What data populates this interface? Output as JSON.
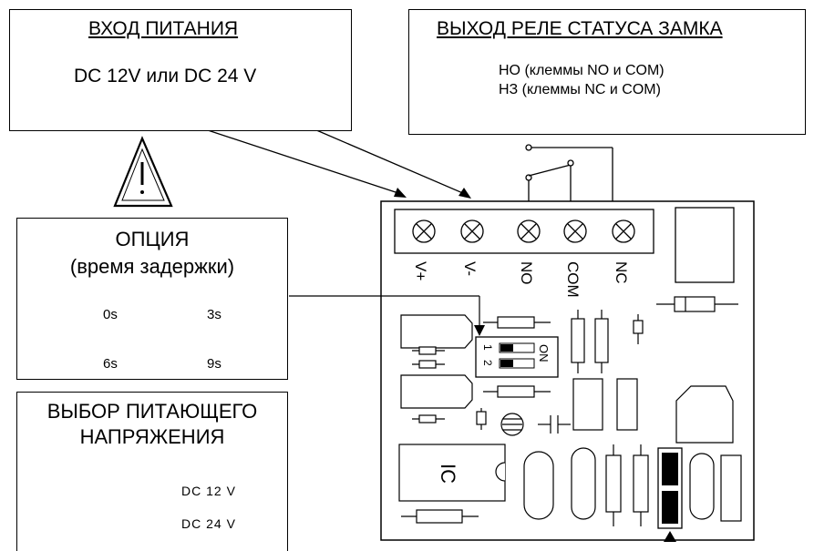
{
  "power_input": {
    "title": "ВХОД ПИТАНИЯ",
    "value": "DC 12V или DC 24 V"
  },
  "relay_output": {
    "title": "ВЫХОД РЕЛЕ СТАТУСА ЗАМКА",
    "line1": "НО (клеммы NO и COM)",
    "line2": "НЗ (клеммы NC и COM)"
  },
  "option": {
    "title": "ОПЦИЯ",
    "subtitle": "(время задержки)",
    "dip_row1": "1",
    "dip_row2": "2",
    "dip_on": "ON",
    "delays": [
      "0s",
      "3s",
      "6s",
      "9s"
    ]
  },
  "voltage_select": {
    "title_line1": "ВЫБОР ПИТАЮЩЕГО",
    "title_line2": "НАПРЯЖЕНИЯ",
    "opt1": "DC 12 V",
    "opt2": "DC 24 V"
  },
  "terminals": [
    "V+",
    "V-",
    "NO",
    "COM",
    "NC"
  ],
  "board": {
    "ic_label": "IC",
    "dip_1": "1",
    "dip_2": "2",
    "dip_on": "ON"
  }
}
